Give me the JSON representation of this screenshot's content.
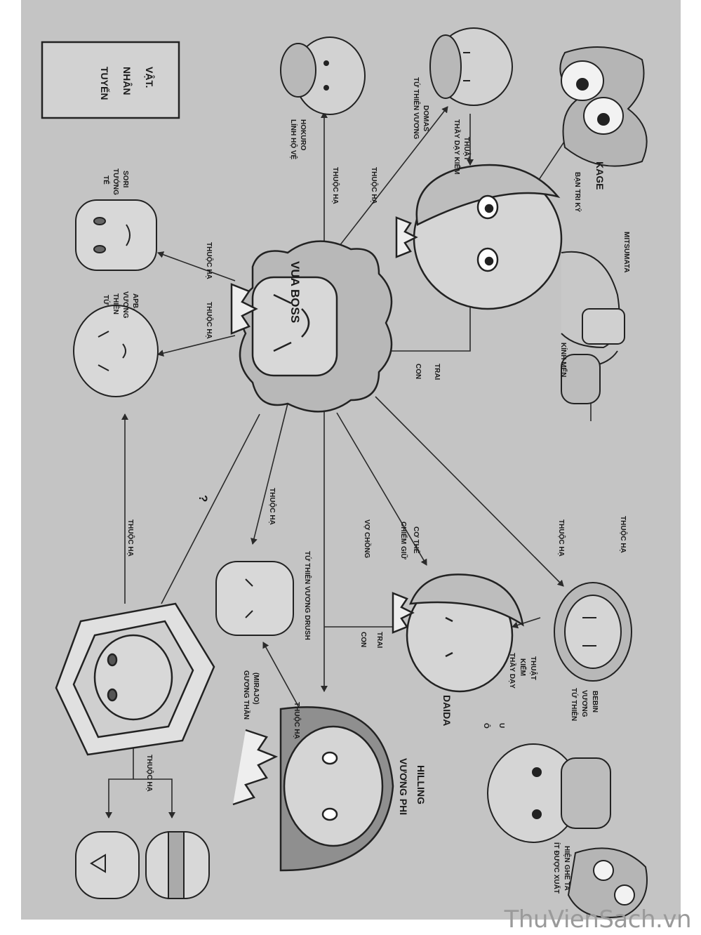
{
  "title": [
    "TUYẾN",
    "NHÂN",
    "VẬT."
  ],
  "characters": {
    "vua_boss": "VUA BOSS",
    "te_tuong": [
      "TỂ",
      "TƯỚNG",
      "SORI"
    ],
    "tu_thien_vuong_apb": [
      "TỨ",
      "THIÊN",
      "VƯƠNG",
      "APB."
    ],
    "linh_ho_ve": [
      "LÍNH HỘ VỆ",
      "HOKURO"
    ],
    "tu_thien_vuong_domas": [
      "TỨ THIÊN VƯƠNG",
      "DOMAS"
    ],
    "kage": "KAGE",
    "mitsumata": "MITSUMATA",
    "guong_than": [
      "GƯƠNG THẦN",
      "(MIRAJO)"
    ],
    "tu_thien_vuong_drush": "TỨ THIÊN VƯƠNG DRUSH",
    "daida": "DAIDA",
    "tu_thien_vuong_bebin": [
      "TỨ THIÊN",
      "VƯƠNG",
      "BEBIN"
    ],
    "vuong_phi": [
      "VƯƠNG PHI",
      "HILLING"
    ],
    "it_duoc_xuat": [
      "ÍT ĐƯỢC XUẤT",
      "HIỆN GHÊ TA"
    ],
    "ou": [
      "Ô",
      "U"
    ]
  },
  "relations": {
    "thuoc_ha": "THUỘC HẠ",
    "thay_day_kiem": [
      "THẦY DẠY KIẾM",
      "THUẬT"
    ],
    "ban_tri_ky": "BẠN TRI KỶ",
    "con_trai": [
      "CON",
      "TRAI"
    ],
    "kinh_men": "KÍNH MẾN",
    "chiem_giu": [
      "CHIẾM GIỮ",
      "CƠ THỂ"
    ],
    "vo_chong": "VỢ CHỒNG",
    "thay_day_kiem_b": [
      "THẦY DẠY",
      "KIẾM",
      "THUẬT"
    ],
    "question": "?"
  },
  "watermark": "ThuVienSach.vn"
}
